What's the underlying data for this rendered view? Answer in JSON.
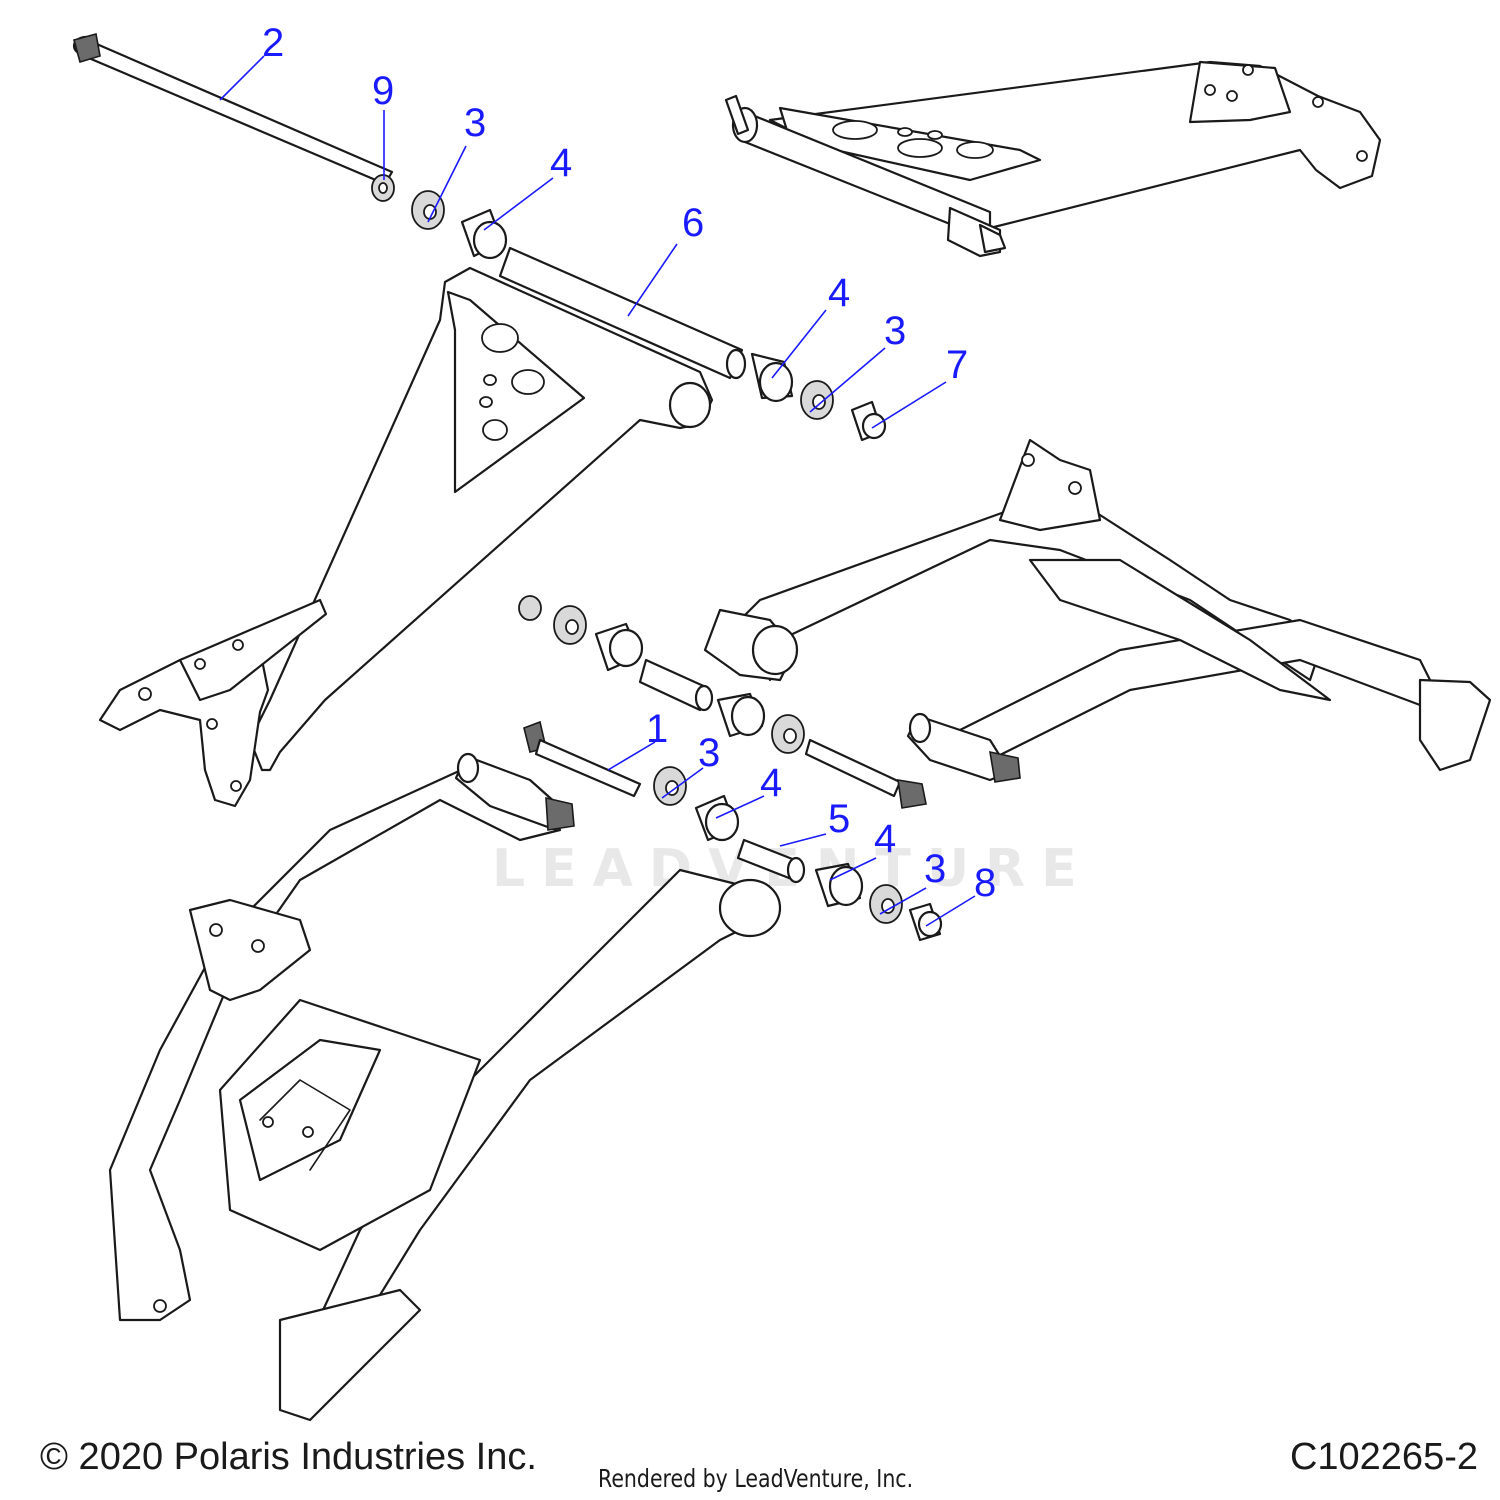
{
  "footer": {
    "copyright": "© 2020 Polaris Industries Inc.",
    "rendered_by": "Rendered by LeadVenture, Inc.",
    "diagram_code": "C102265-2"
  },
  "watermark": {
    "text": "LEADVENTURE"
  },
  "callouts": [
    "2",
    "9",
    "3",
    "4",
    "6",
    "4",
    "3",
    "7",
    "1",
    "3",
    "4",
    "5",
    "4",
    "3",
    "8"
  ],
  "colors": {
    "callout": "#1a1aff",
    "line": "#1a1a1a"
  }
}
